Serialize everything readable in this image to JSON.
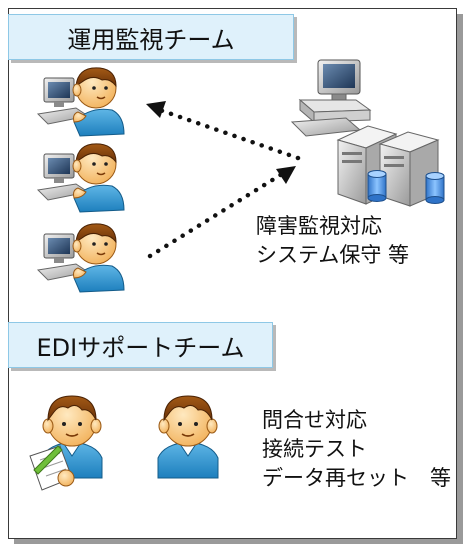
{
  "monitoring_team": {
    "label": "運用監視チーム",
    "description_lines": [
      "障害監視対応",
      "システム保守 等"
    ]
  },
  "edi_team": {
    "label": "EDIサポートチーム",
    "description_lines": [
      "問合せ対応",
      "接続テスト",
      "データ再セット　等"
    ]
  },
  "icons": {
    "operator": "person-at-computer-icon",
    "server": "server-workstation-icon",
    "support_staff": "support-person-icon"
  },
  "colors": {
    "label_fill": "#dff1fb",
    "label_border": "#8ec8e6",
    "arrow": "#111111"
  }
}
